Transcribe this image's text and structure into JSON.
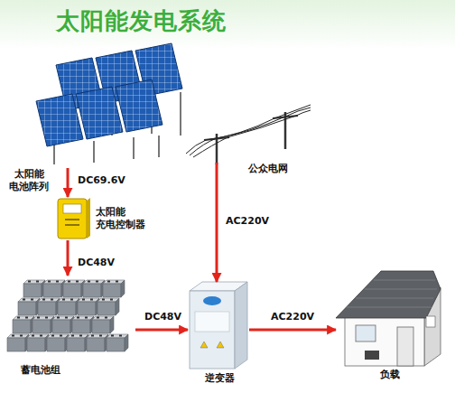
{
  "diagram": {
    "title": "太阳能发电系统",
    "nodes": [
      {
        "text": [
          "太阳能 电池阵列"
        ]
      },
      {
        "text": [
          "公众电网"
        ]
      },
      {
        "text": [
          "太阳能 充电控制器"
        ]
      },
      {
        "text": [
          "蓄电池组"
        ]
      },
      {
        "text": [
          "逆变器"
        ]
      },
      {
        "text": [
          "负载"
        ]
      }
    ],
    "edges": [
      {
        "from": 0,
        "to": 2,
        "label": "DC69.6V",
        "arrow": "to"
      },
      {
        "from": 1,
        "to": 4,
        "label": "AC220V",
        "arrow": "to"
      },
      {
        "from": 2,
        "to": 3,
        "label": "DC48V",
        "arrow": "to"
      },
      {
        "from": 3,
        "to": 4,
        "label": "DC48V",
        "arrow": "to"
      },
      {
        "from": 4,
        "to": 5,
        "label": "AC220V",
        "arrow": "to"
      }
    ]
  }
}
